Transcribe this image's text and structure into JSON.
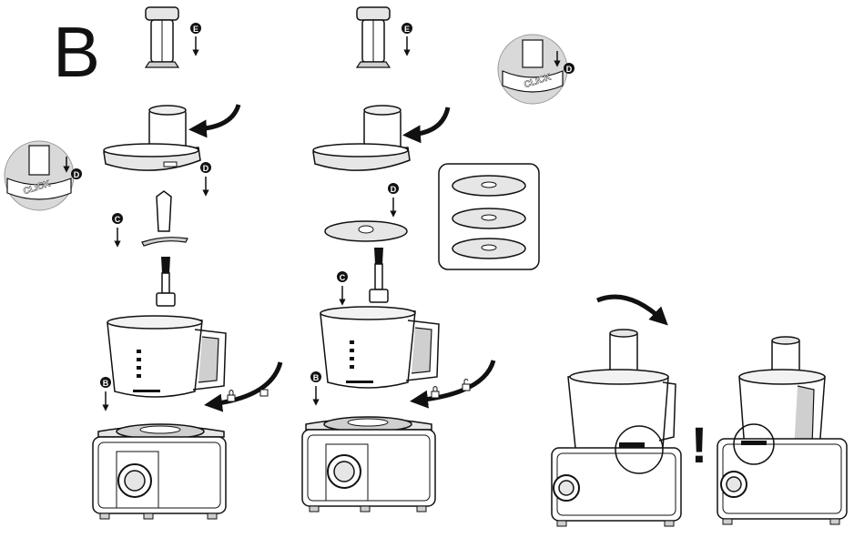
{
  "section_letter": "B",
  "callout_labels": {
    "b": "B",
    "c": "C",
    "d": "D",
    "e": "E"
  },
  "click_text": "CLICK",
  "warning_mark": "!",
  "icons": [
    "lock-closed-icon",
    "lock-open-icon",
    "rotate-arrow-icon",
    "down-arrow-icon"
  ],
  "colors": {
    "line": "#111111",
    "fill_light": "#ffffff",
    "fill_grey": "#e6e6e6",
    "fill_mid": "#cfcfcf",
    "callout_bg": "#d9d9d9"
  }
}
